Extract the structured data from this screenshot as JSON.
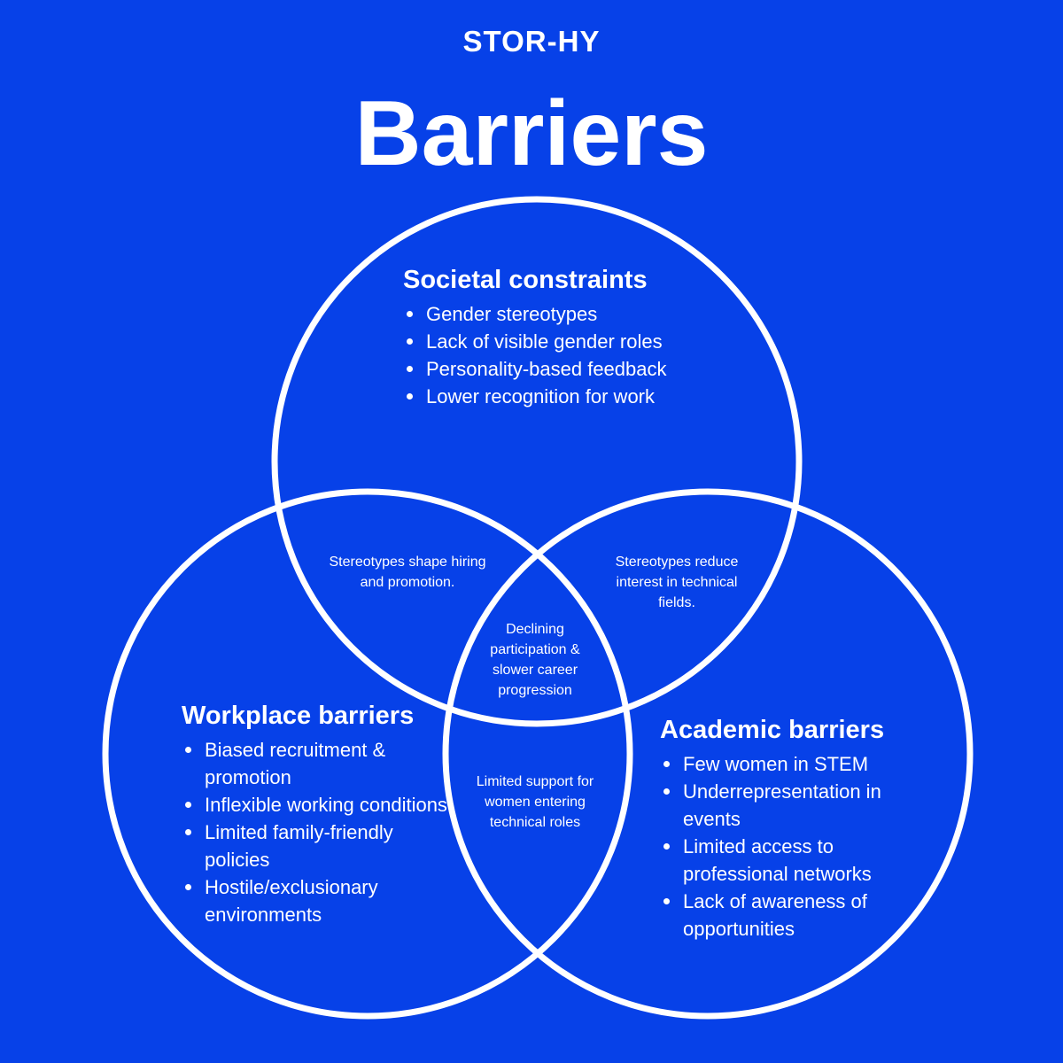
{
  "logo": "STOR-HY",
  "title": "Barriers",
  "sets": {
    "societal": {
      "title": "Societal constraints",
      "items": [
        "Gender stereotypes",
        "Lack of visible gender roles",
        "Personality-based feedback",
        "Lower recognition for work"
      ]
    },
    "workplace": {
      "title": "Workplace barriers",
      "items": [
        "Biased recruitment & promotion",
        "Inflexible working conditions",
        "Limited family-friendly policies",
        "Hostile/exclusionary environments"
      ]
    },
    "academic": {
      "title": "Academic barriers",
      "items": [
        "Few women in STEM",
        "Underrepresentation in events",
        "Limited access to professional networks",
        "Lack of awareness of opportunities"
      ]
    }
  },
  "overlaps": {
    "societal_workplace": "Stereotypes shape hiring and promotion.",
    "societal_academic": "Stereotypes reduce interest in technical fields.",
    "center": "Declining participation & slower career progression",
    "workplace_academic": "Limited support for women entering technical roles"
  }
}
